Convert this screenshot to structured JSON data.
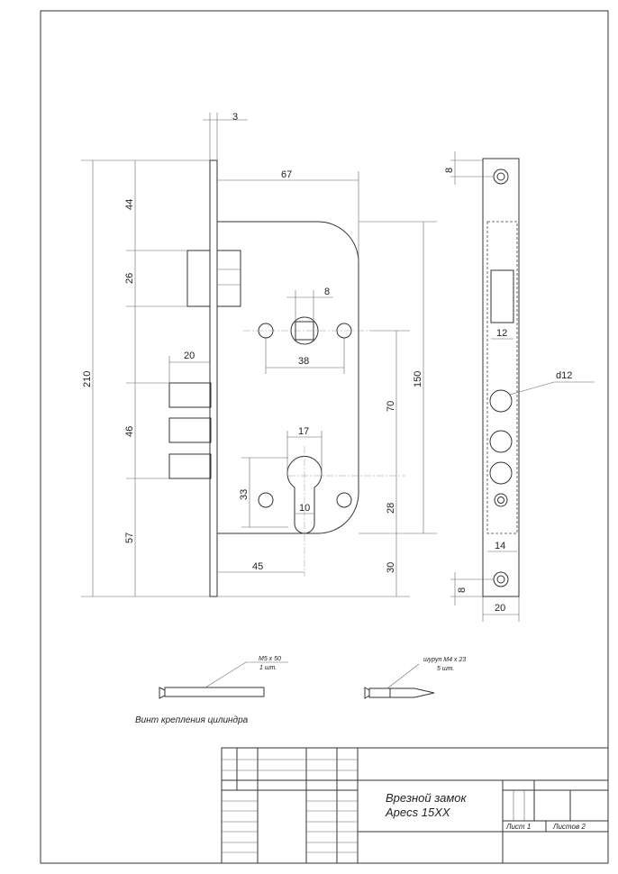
{
  "dimensions": {
    "plate": "3",
    "backset_plate": "67",
    "top": "44",
    "deadbolt": "26",
    "total": "210",
    "latch_proj": "20",
    "latch_span": "46",
    "bottom": "57",
    "spindle_holes": "38",
    "spindle": "8",
    "body": "150",
    "center_dist": "70",
    "cyl_bottom": "28",
    "bottom_body": "30",
    "cyl_width": "17",
    "cyl_height": "33",
    "cyl_slot": "10",
    "backset": "45",
    "side_top": "8",
    "side_latch": "12",
    "side_hole": "d12",
    "side_width_inner": "14",
    "side_width": "20",
    "side_bottom": "8"
  },
  "screws": {
    "cyl_screw_spec": "M5 x 50",
    "cyl_screw_qty": "1 шт.",
    "cyl_screw_caption": "Винт крепления цилиндра",
    "wood_screw_spec": "шуруп М4 х 23",
    "wood_screw_qty": "5 шт."
  },
  "title_block": {
    "title_line1": "Врезной замок",
    "title_line2": "Apecs 15XX",
    "sheet": "Лист 1",
    "sheets": "Листов 2"
  }
}
